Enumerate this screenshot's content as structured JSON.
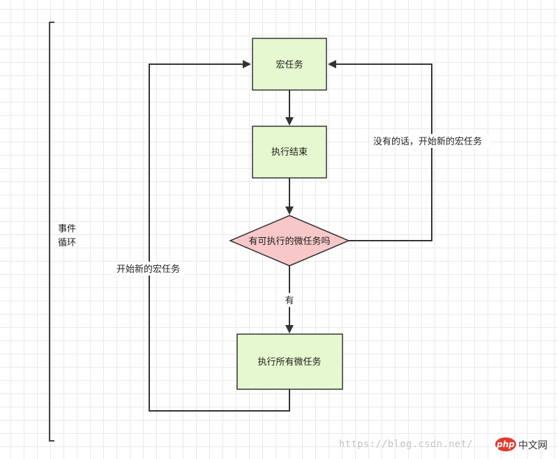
{
  "colors": {
    "box_fill": "#e6f8cf",
    "box_stroke": "#333333",
    "decision_fill": "#f8c8c8",
    "decision_stroke": "#333333",
    "line": "#333333",
    "grid": "#e9e9e9",
    "logo_red": "#e03b2e"
  },
  "nodes": {
    "macro_task": "宏任务",
    "exec_end": "执行结束",
    "has_micro": "有可执行的微任务吗",
    "exec_all_micro": "执行所有微任务"
  },
  "edges": {
    "no_branch": "没有的话，开始新的宏任务",
    "yes_branch": "有",
    "restart": "开始新的宏任务"
  },
  "bracket": {
    "line1": "事件",
    "line2": "循环"
  },
  "watermark": {
    "url": "https://blog.csdn.net/",
    "logo_text": "php",
    "site_text": "中文网"
  }
}
